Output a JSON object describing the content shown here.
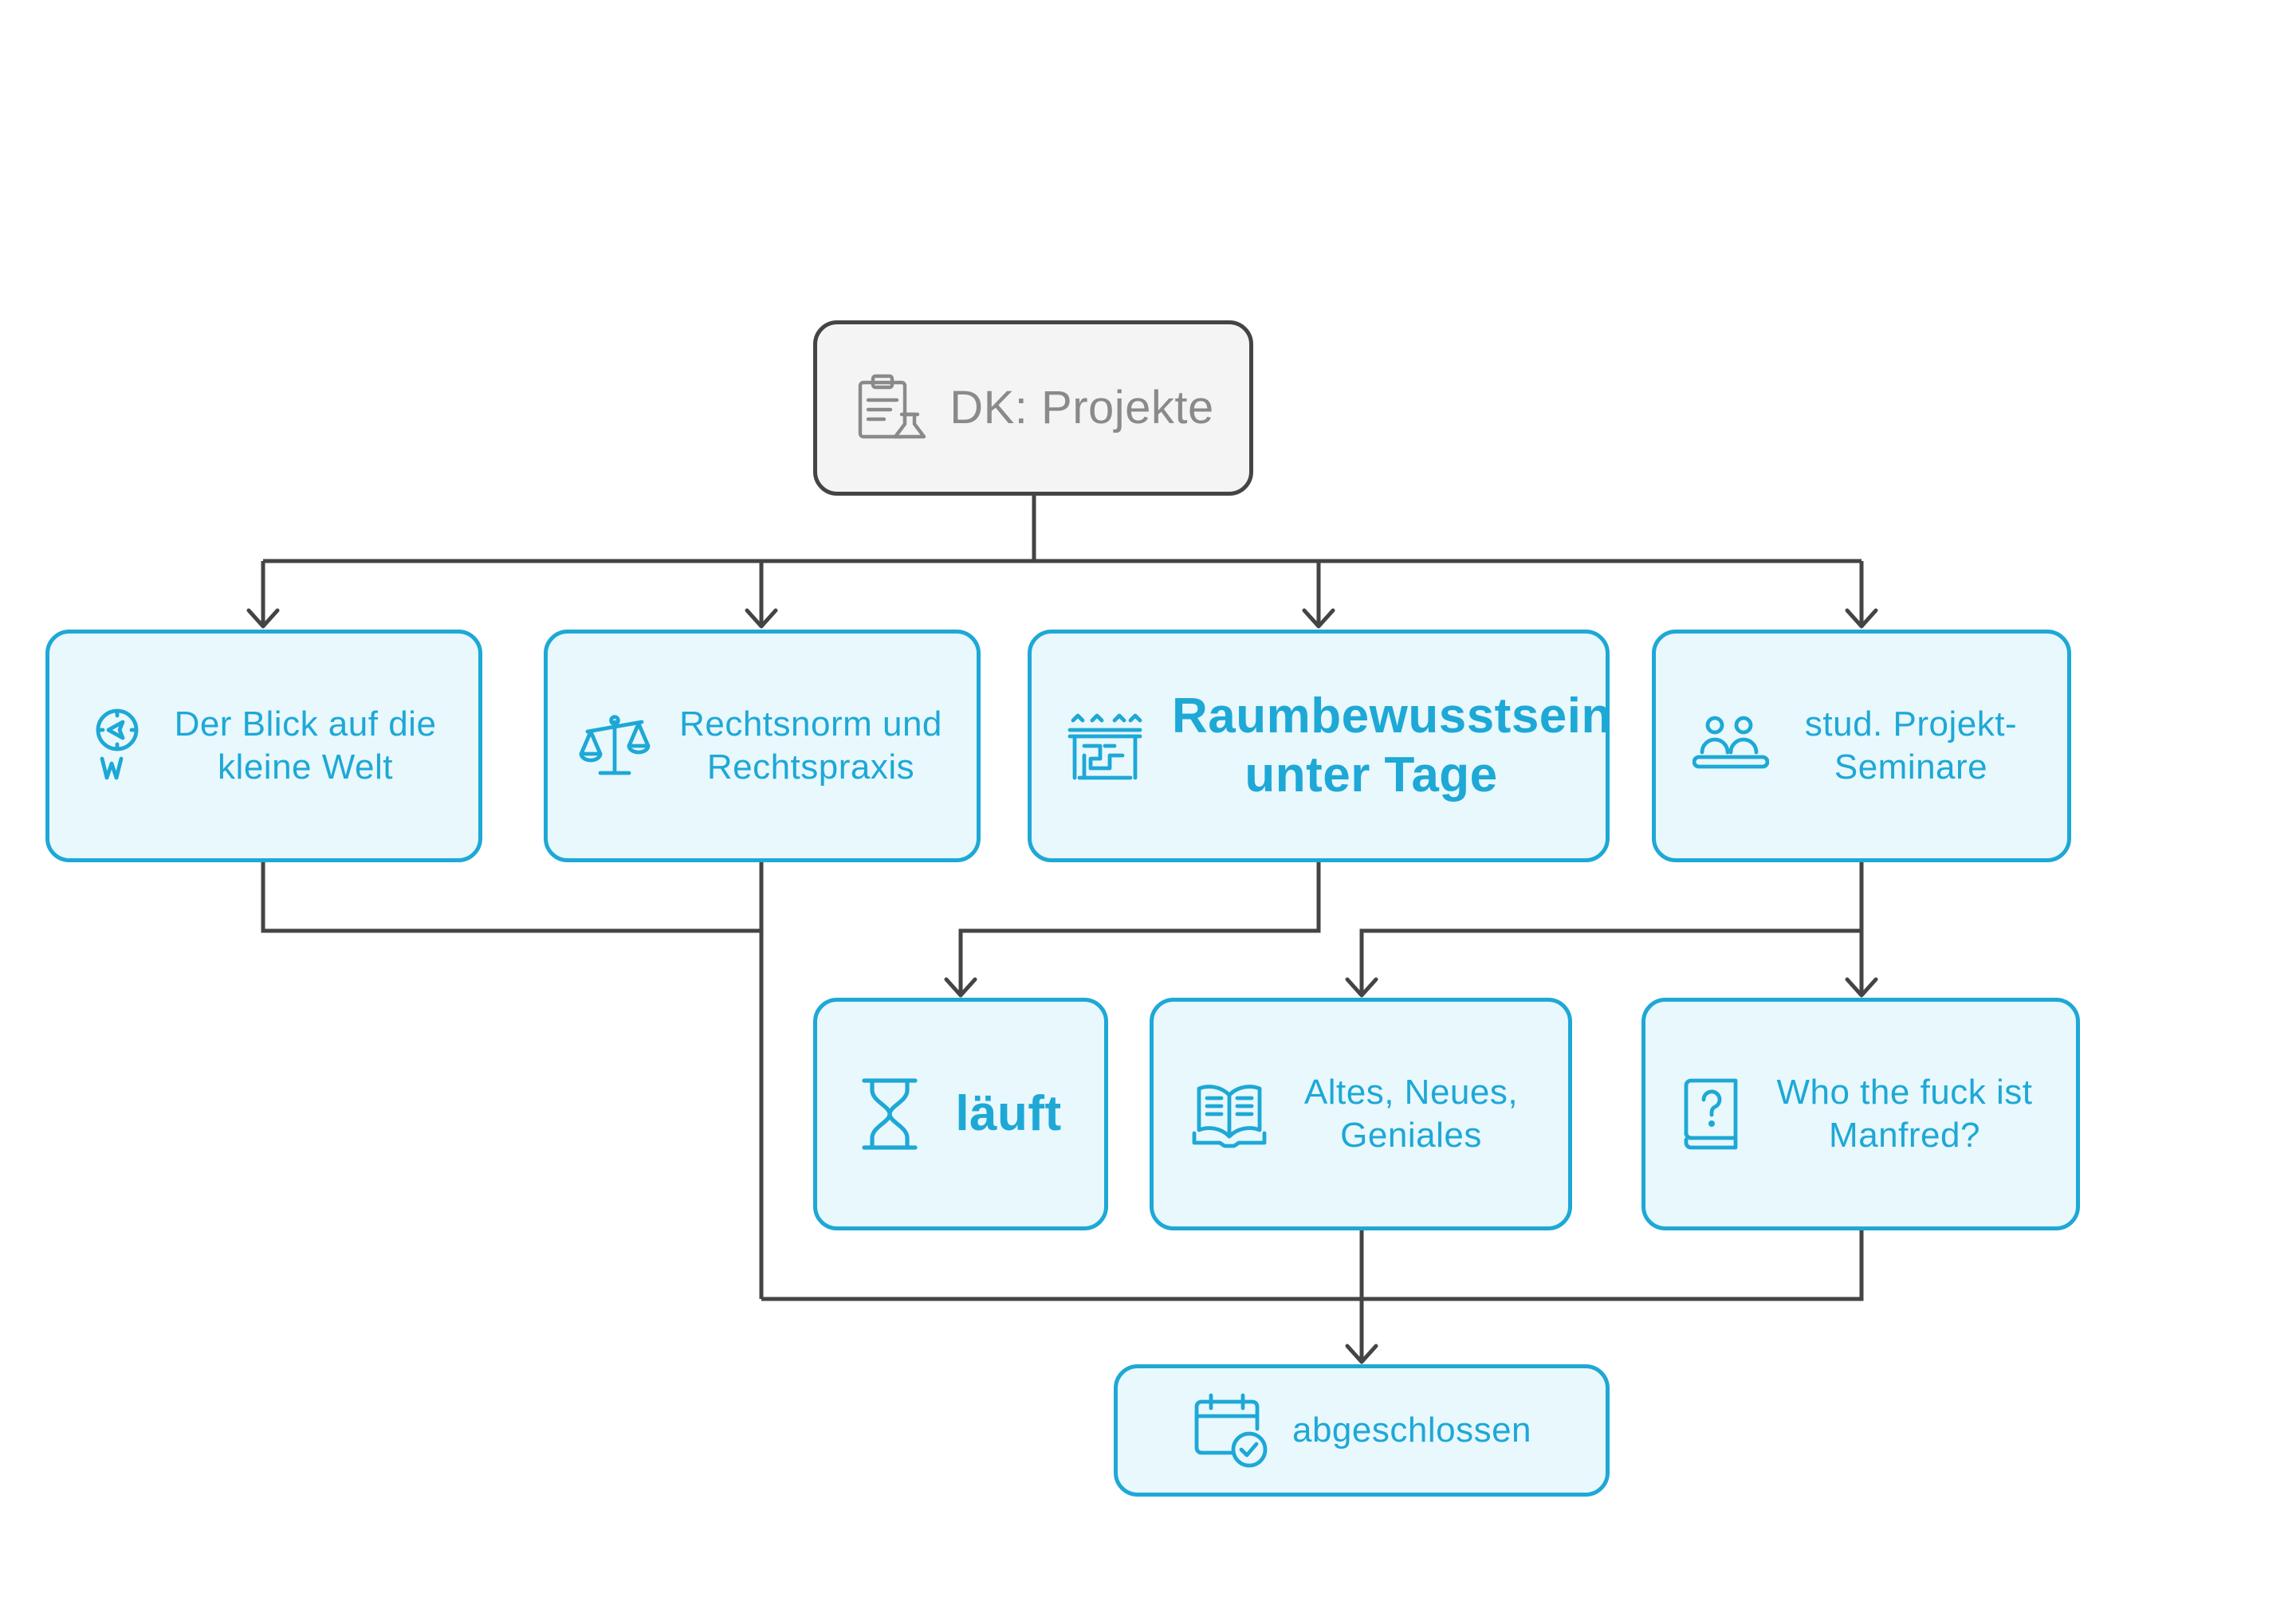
{
  "root": {
    "label": "DK: Projekte",
    "icon": "clipboard-flask-icon"
  },
  "projects": [
    {
      "label": "Der Blick auf die kleine Welt",
      "icon": "compass-west-icon"
    },
    {
      "label": "Rechtsnorm und Rechtspraxis",
      "icon": "scales-icon"
    },
    {
      "label": "Raumbewusstsein unter Tage",
      "icon": "mine-tunnel-icon"
    },
    {
      "label": "stud. Projekt-Seminare",
      "icon": "seminar-group-icon"
    }
  ],
  "status": [
    {
      "label": "läuft",
      "icon": "hourglass-icon"
    },
    {
      "label": "Altes, Neues, Geniales",
      "icon": "open-book-icon"
    },
    {
      "label": "Who the fuck ist Manfred?",
      "icon": "question-book-icon"
    },
    {
      "label": "abgeschlossen",
      "icon": "calendar-check-icon"
    }
  ],
  "colors": {
    "accent": "#1ea8d6",
    "accent_fill": "#e8f8fd",
    "root_border": "#444444",
    "root_fill": "#f4f4f4",
    "root_text": "#8a8a8a",
    "connector": "#444444"
  }
}
